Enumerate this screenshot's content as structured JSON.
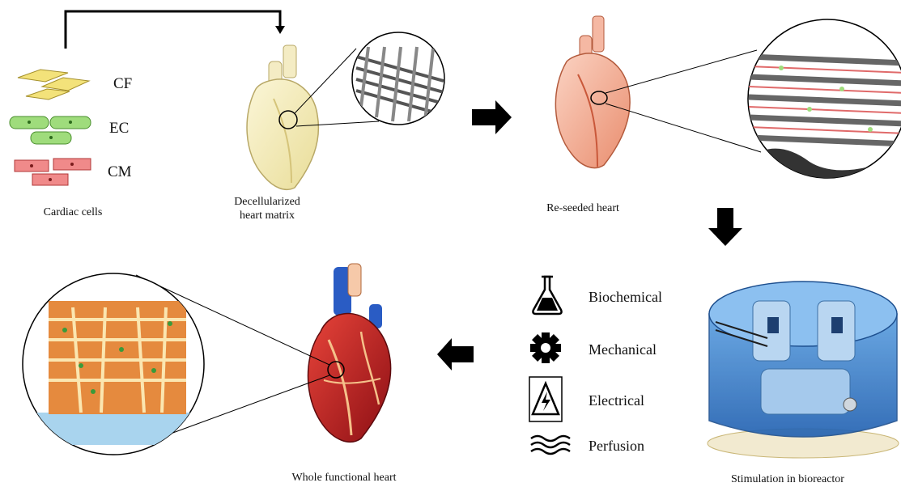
{
  "cells": {
    "cf_label": "CF",
    "ec_label": "EC",
    "cm_label": "CM",
    "caption": "Cardiac cells",
    "colors": {
      "cf": "#f3e27a",
      "ec": "#9fdc7c",
      "cm": "#f08a8a"
    }
  },
  "decell": {
    "caption_line1": "Decellularized",
    "caption_line2": "heart matrix"
  },
  "reseeded": {
    "caption": "Re-seeded heart"
  },
  "bioreactor": {
    "caption": "Stimulation in bioreactor"
  },
  "functional": {
    "caption": "Whole functional heart"
  },
  "stimuli": [
    {
      "label": "Biochemical",
      "icon": "flask-icon"
    },
    {
      "label": "Mechanical",
      "icon": "gear-icon"
    },
    {
      "label": "Electrical",
      "icon": "high-voltage-icon"
    },
    {
      "label": "Perfusion",
      "icon": "wave-flow-icon"
    }
  ]
}
